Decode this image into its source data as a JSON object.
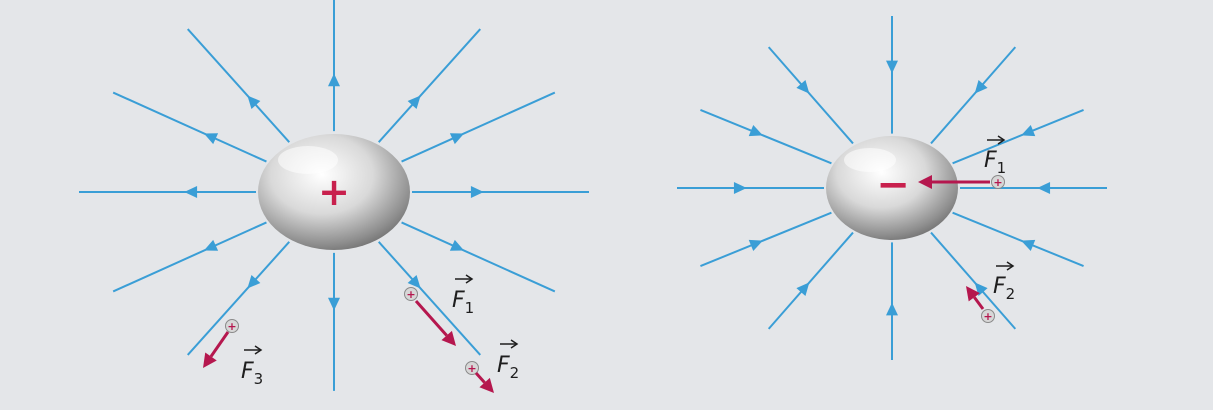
{
  "colors": {
    "field_line": "#3a9ed6",
    "force_arrow": "#b5174e",
    "charge_sign": "#c8204d",
    "background": "#e4e6e9"
  },
  "positive_charge": {
    "sign": "+",
    "field_direction": "outward",
    "forces": [
      {
        "letter": "F",
        "index": "1"
      },
      {
        "letter": "F",
        "index": "2"
      },
      {
        "letter": "F",
        "index": "3"
      }
    ]
  },
  "negative_charge": {
    "sign": "−",
    "field_direction": "inward",
    "forces": [
      {
        "letter": "F",
        "index": "1"
      },
      {
        "letter": "F",
        "index": "2"
      }
    ]
  }
}
